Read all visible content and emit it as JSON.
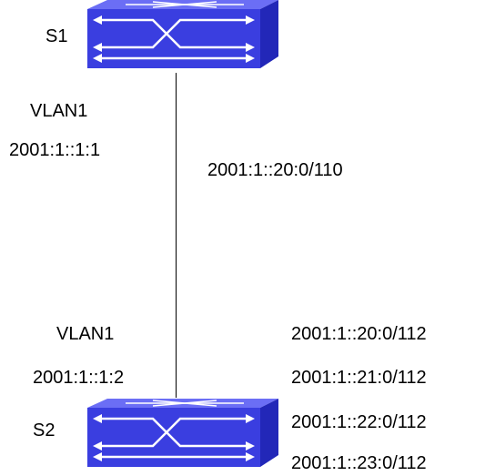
{
  "switches": [
    {
      "id": "s1",
      "name": "S1",
      "vlan": "VLAN1",
      "ip": "2001:1::1:1"
    },
    {
      "id": "s2",
      "name": "S2",
      "vlan": "VLAN1",
      "ip": "2001:1::1:2"
    }
  ],
  "link_summary": "2001:1::20:0/110",
  "s2_routes": [
    "2001:1::20:0/112",
    "2001:1::21:0/112",
    "2001:1::22:0/112",
    "2001:1::23:0/112"
  ],
  "colors": {
    "switch_front": "#3a3ee0",
    "switch_top": "#5a5cf0",
    "switch_side": "#2227b8",
    "arrow": "#ffffff",
    "line": "#000000"
  }
}
